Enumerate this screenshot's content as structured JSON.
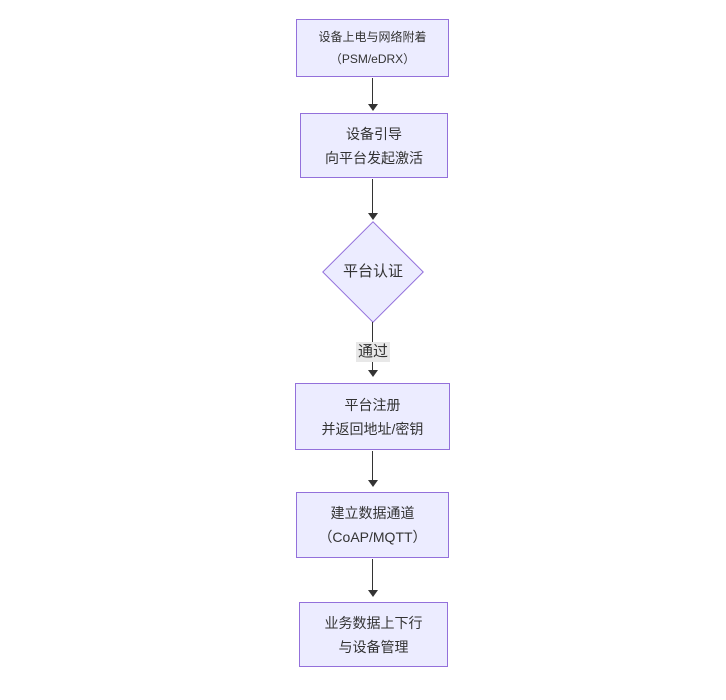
{
  "diagram": {
    "type": "flowchart",
    "direction": "top-down",
    "nodes": [
      {
        "id": "A",
        "shape": "rect",
        "lines": [
          "设备上电与网络附着",
          "（PSM/eDRX）"
        ]
      },
      {
        "id": "B",
        "shape": "rect",
        "lines": [
          "设备引导",
          "向平台发起激活"
        ]
      },
      {
        "id": "C",
        "shape": "diamond",
        "lines": [
          "平台认证"
        ]
      },
      {
        "id": "D",
        "shape": "rect",
        "lines": [
          "平台注册",
          "并返回地址/密钥"
        ]
      },
      {
        "id": "E",
        "shape": "rect",
        "lines": [
          "建立数据通道",
          "（CoAP/MQTT）"
        ]
      },
      {
        "id": "F",
        "shape": "rect",
        "lines": [
          "业务数据上下行",
          "与设备管理"
        ]
      }
    ],
    "edges": [
      {
        "from": "A",
        "to": "B",
        "label": ""
      },
      {
        "from": "B",
        "to": "C",
        "label": ""
      },
      {
        "from": "C",
        "to": "D",
        "label": "通过"
      },
      {
        "from": "D",
        "to": "E",
        "label": ""
      },
      {
        "from": "E",
        "to": "F",
        "label": ""
      }
    ],
    "colors": {
      "node_fill": "#ECECFF",
      "node_border": "#9370DB",
      "edge_line": "#333333",
      "edge_label_bg": "#e8e8e8",
      "text": "#333333",
      "background": "#ffffff"
    }
  }
}
